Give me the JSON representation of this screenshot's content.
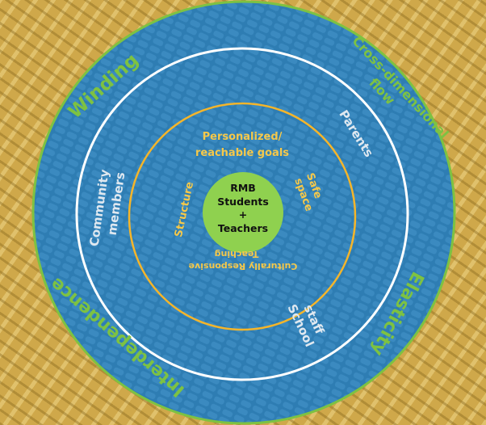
{
  "center": {
    "line1": "RMB",
    "line2": "Students",
    "line3": "+",
    "line4": "Teachers"
  },
  "inner_ring": {
    "top_line1": "Personalized/",
    "top_line2": "reachable goals",
    "left": "Structure",
    "right_line1": "Safe",
    "right_line2": "space",
    "bottom_line1": "Culturally Responsive",
    "bottom_line2": "Teaching"
  },
  "middle_ring": {
    "left_line1": "Community",
    "left_line2": "members",
    "right": "Parents",
    "bottom_line1": "School",
    "bottom_line2": "staff"
  },
  "outer_ring": {
    "top_left": "Winding",
    "top_right_line1": "Cross-dimensional",
    "top_right_line2": "flow",
    "bottom_right": "Elasticity",
    "bottom_left": "Interdependence"
  },
  "colors": {
    "blue": "#2b78ad",
    "green": "#7dc242",
    "yellow": "#f5c23c",
    "white": "#ffffff"
  }
}
